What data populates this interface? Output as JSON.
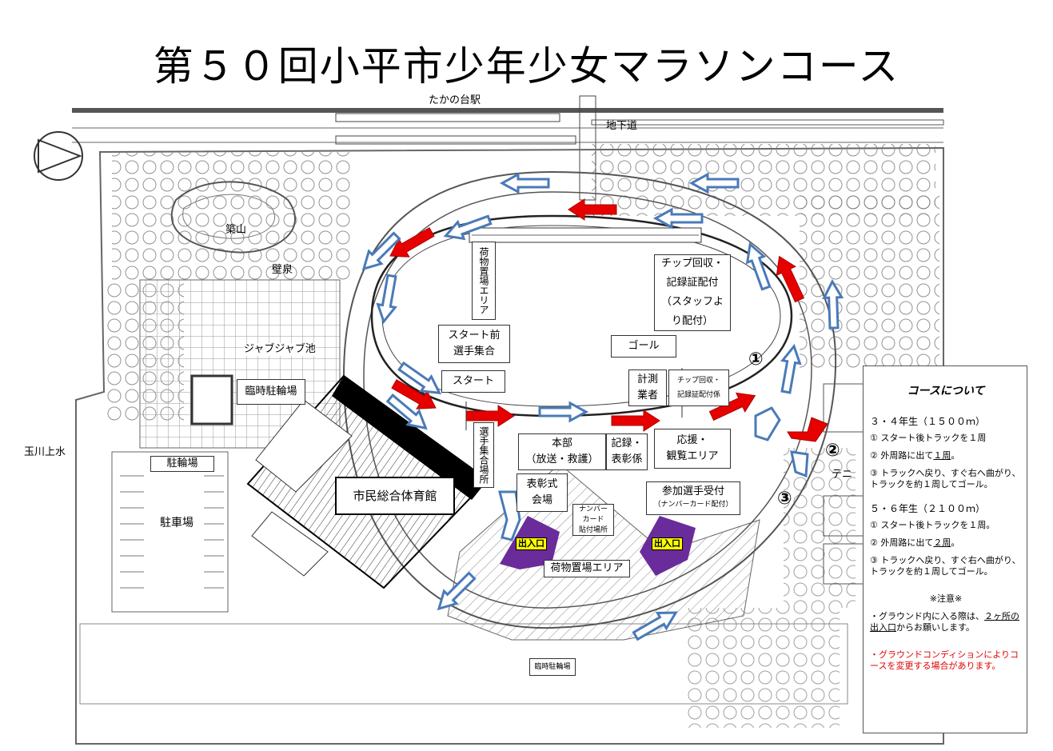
{
  "title": "第５０回小平市少年少女マラソンコース",
  "places": {
    "station": "たかの台駅",
    "underpass": "地下道",
    "tsukiyama": "築山",
    "hekisen": "壁泉",
    "jabu_pond": "ジャブジャブ池",
    "temp_bike1": "臨時駐輪場",
    "bike_parking": "駐輪場",
    "parking": "駐車場",
    "tamagawa": "玉川上水",
    "gym": "市民総合体育館",
    "temp_bike2": "臨時駐輪場",
    "tennis": "テニ"
  },
  "areas": {
    "baggage1": "荷物置場エリア",
    "prestart_line1": "スタート前",
    "prestart_line2": "選手集合",
    "start": "スタート",
    "athlete_gather": "選手集合場所",
    "hq_line1": "本部",
    "hq_line2": "（放送・救護）",
    "record_line1": "記録・",
    "record_line2": "表彰係",
    "award_line1": "表彰式",
    "award_line2": "会場",
    "number_line1": "ナンバーカード",
    "number_line2": "貼付場所",
    "chip_line1": "チップ回収・",
    "chip_line2": "記録証配付",
    "chip_line3": "（スタッフよ",
    "chip_line4": "り配付）",
    "goal": "ゴール",
    "timing_line1": "計測",
    "timing_line2": "業者",
    "chip2_line1": "チップ回収・",
    "chip2_line2": "記録証配付係",
    "cheer_line1": "応援・",
    "cheer_line2": "観覧エリア",
    "reception_line1": "参加選手受付",
    "reception_line2": "（ナンバーカード配付）",
    "baggage2": "荷物置場エリア",
    "gate_left": "出入口",
    "gate_right": "出入口"
  },
  "markers": {
    "m1": "①",
    "m2": "②",
    "m3": "③"
  },
  "info": {
    "heading": "コースについて",
    "g34_title": "３・４年生（１５００ｍ）",
    "g34_1": "①  スタート後トラックを１周",
    "g34_2a": "②  外周路に出て",
    "g34_2b": "１周",
    "g34_2c": "。",
    "g34_3": "③  トラックへ戻り、すぐ右へ曲がり、トラックを約１周してゴール。",
    "g56_title": "５・６年生（２１００ｍ）",
    "g56_1": "①  スタート後トラックを１周。",
    "g56_2a": "②  外周路に出て",
    "g56_2b": "２周",
    "g56_2c": "。",
    "g56_3": "③  トラックへ戻り、すぐ右へ曲がり、トラックを約１周してゴール。",
    "note_title": "※注意※",
    "note1a": "・グラウンド内に入る際は、",
    "note1b": "２ヶ所の出入口",
    "note1c": "からお願いします。",
    "note2": "・グラウンドコンディションによりコースを変更する場合があります。"
  },
  "colors": {
    "red_arrow": "#e60000",
    "blue_arrow": "#4a7ab8",
    "gate": "#ffff00",
    "purple": "#6a2c9a",
    "note_red": "#e00000"
  }
}
